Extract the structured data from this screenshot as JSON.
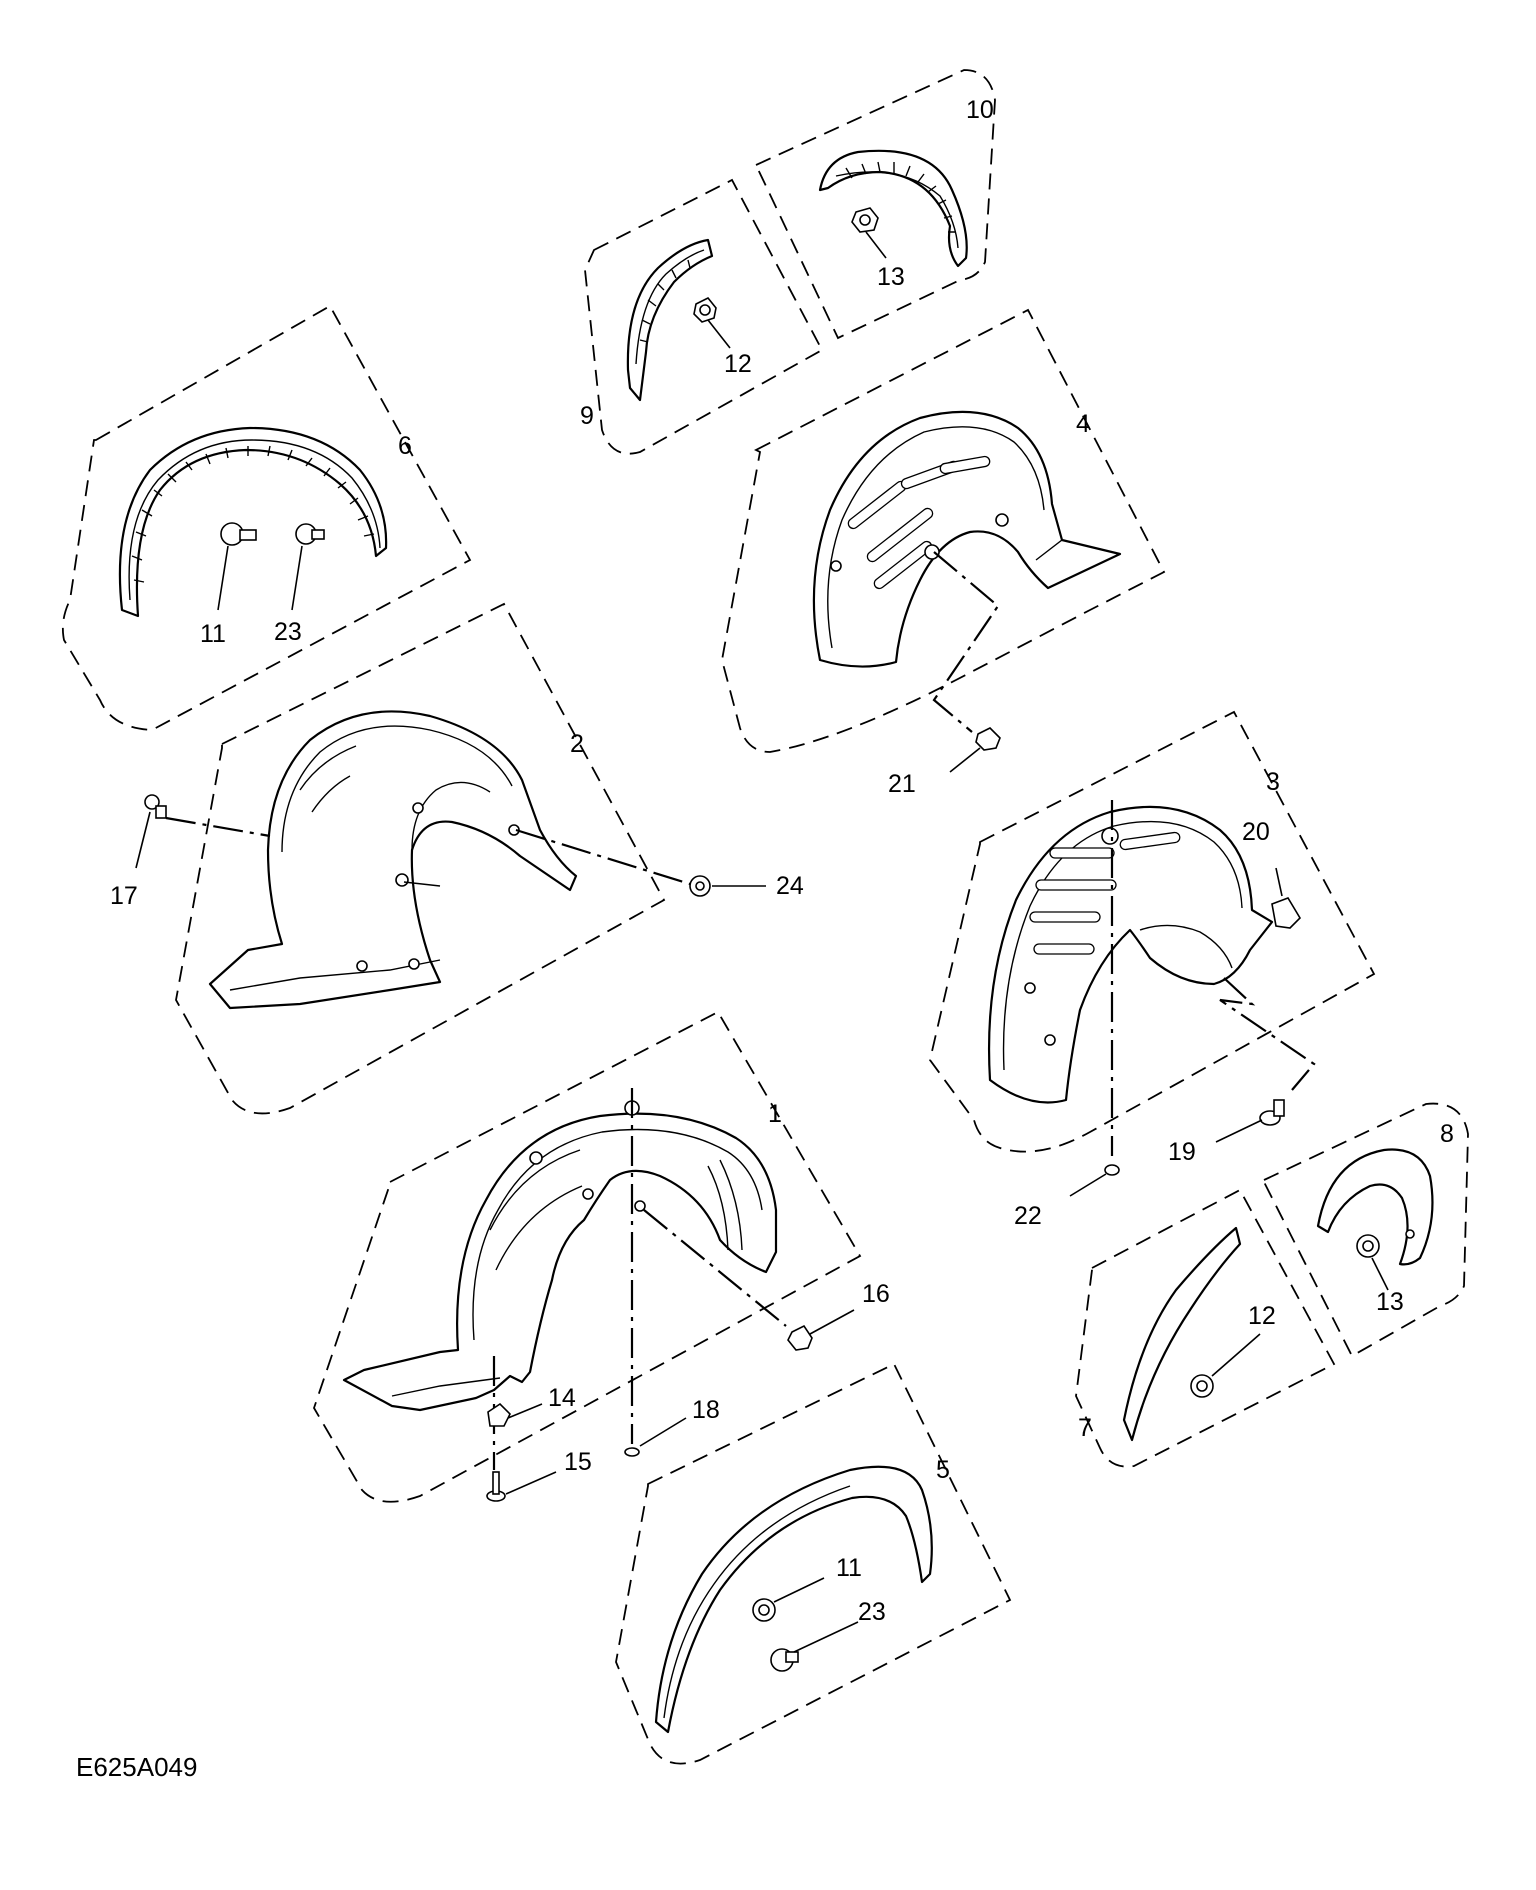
{
  "figure_code": "E625A049",
  "callouts": {
    "c1": "1",
    "c2": "2",
    "c3": "3",
    "c4": "4",
    "c5": "5",
    "c6": "6",
    "c7": "7",
    "c8": "8",
    "c9": "9",
    "c10": "10",
    "c11a": "11",
    "c11b": "11",
    "c12a": "12",
    "c12b": "12",
    "c13a": "13",
    "c13b": "13",
    "c14": "14",
    "c15": "15",
    "c16": "16",
    "c17": "17",
    "c18": "18",
    "c19": "19",
    "c20": "20",
    "c21": "21",
    "c22": "22",
    "c23a": "23",
    "c23b": "23",
    "c24": "24"
  }
}
